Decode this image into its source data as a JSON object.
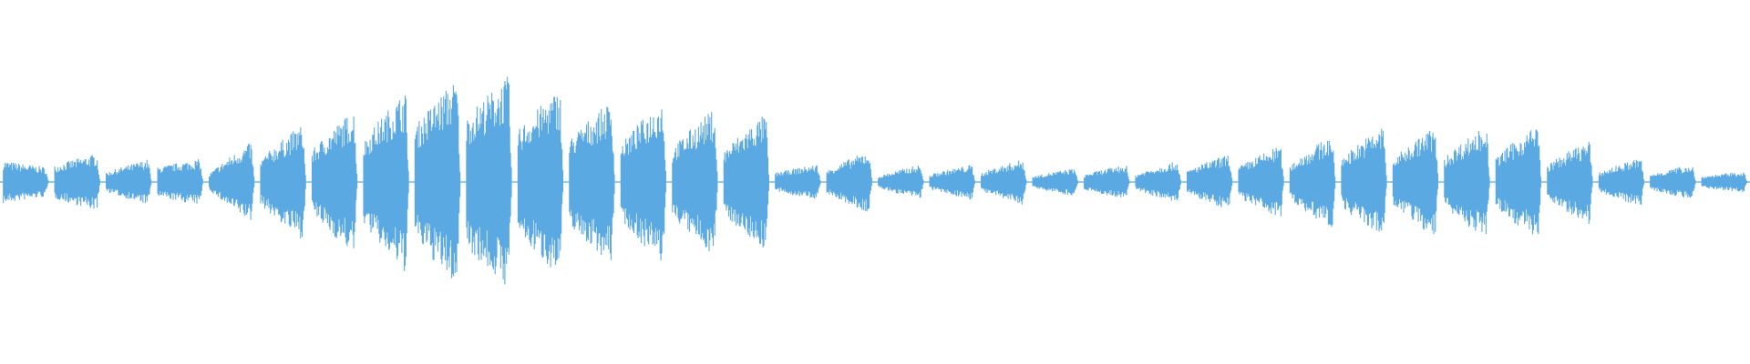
{
  "colors": {
    "background": "#ffffff",
    "waveform": "#5aa9e3",
    "baseline": "#5aa9e3"
  },
  "waveform": {
    "notes": [
      {
        "amp_start": 0.12,
        "amp_end": 0.08
      },
      {
        "amp_start": 0.09,
        "amp_end": 0.16
      },
      {
        "amp_start": 0.05,
        "amp_end": 0.13
      },
      {
        "amp_start": 0.08,
        "amp_end": 0.13
      },
      {
        "amp_start": 0.04,
        "amp_end": 0.23
      },
      {
        "amp_start": 0.12,
        "amp_end": 0.33
      },
      {
        "amp_start": 0.17,
        "amp_end": 0.41
      },
      {
        "amp_start": 0.22,
        "amp_end": 0.52
      },
      {
        "amp_start": 0.3,
        "amp_end": 0.59
      },
      {
        "amp_start": 0.35,
        "amp_end": 0.6
      },
      {
        "amp_start": 0.28,
        "amp_end": 0.53
      },
      {
        "amp_start": 0.23,
        "amp_end": 0.46
      },
      {
        "amp_start": 0.2,
        "amp_end": 0.47
      },
      {
        "amp_start": 0.18,
        "amp_end": 0.42
      },
      {
        "amp_start": 0.17,
        "amp_end": 0.39
      },
      {
        "amp_start": 0.05,
        "amp_end": 0.1
      },
      {
        "amp_start": 0.06,
        "amp_end": 0.18
      },
      {
        "amp_start": 0.03,
        "amp_end": 0.1
      },
      {
        "amp_start": 0.04,
        "amp_end": 0.1
      },
      {
        "amp_start": 0.05,
        "amp_end": 0.13
      },
      {
        "amp_start": 0.03,
        "amp_end": 0.08
      },
      {
        "amp_start": 0.04,
        "amp_end": 0.1
      },
      {
        "amp_start": 0.04,
        "amp_end": 0.12
      },
      {
        "amp_start": 0.06,
        "amp_end": 0.16
      },
      {
        "amp_start": 0.08,
        "amp_end": 0.21
      },
      {
        "amp_start": 0.09,
        "amp_end": 0.27
      },
      {
        "amp_start": 0.13,
        "amp_end": 0.32
      },
      {
        "amp_start": 0.12,
        "amp_end": 0.32
      },
      {
        "amp_start": 0.13,
        "amp_end": 0.33
      },
      {
        "amp_start": 0.13,
        "amp_end": 0.33
      },
      {
        "amp_start": 0.09,
        "amp_end": 0.24
      },
      {
        "amp_start": 0.05,
        "amp_end": 0.14
      },
      {
        "amp_start": 0.04,
        "amp_end": 0.1
      },
      {
        "amp_start": 0.03,
        "amp_end": 0.06
      }
    ]
  }
}
